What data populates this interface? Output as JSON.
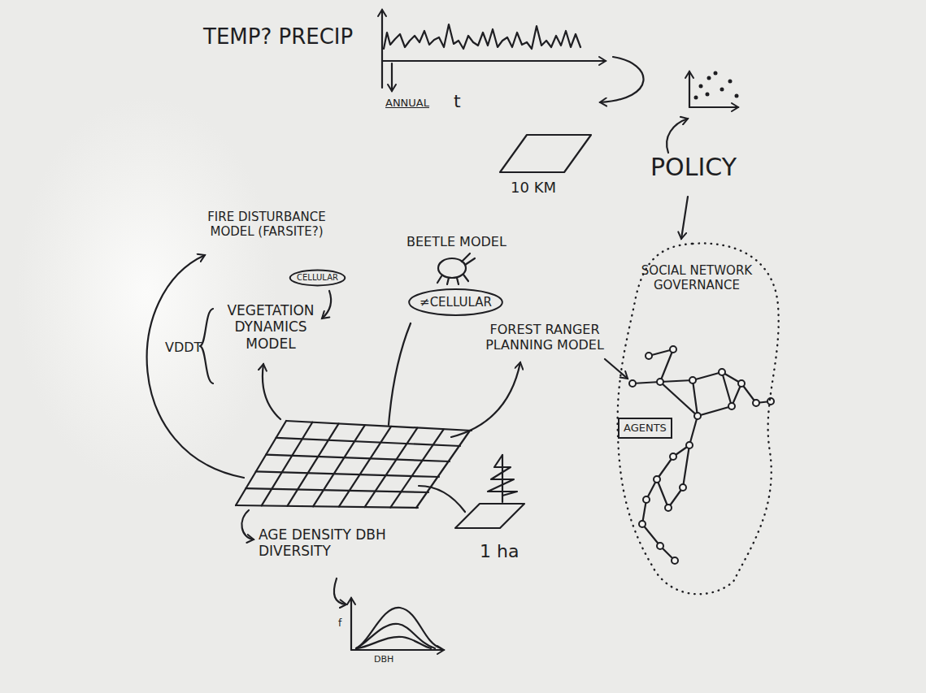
{
  "diagram": {
    "nodes": [
      {
        "text": [
          "CELLULAR"
        ]
      },
      {
        "text": [
          "≠CELLULAR"
        ]
      },
      {
        "text": [
          "SOCIAL NETWORK GOVERNANCE"
        ]
      },
      {
        "text": [
          "AGENTS"
        ],
        "in": 2
      }
    ],
    "labels": [
      "TEMP? PRECIP",
      "ANNUAL",
      "t",
      "10 KM",
      "POLICY",
      "FIRE DISTURBANCE MODEL (FARSITE?)",
      "VEGETATION DYNAMICS MODEL",
      "VDDT",
      "BEETLE MODEL",
      "FOREST RANGER PLANNING MODEL",
      "AGE DENSITY DBH DIVERSITY",
      "1 ha",
      "f",
      "DBH"
    ]
  }
}
